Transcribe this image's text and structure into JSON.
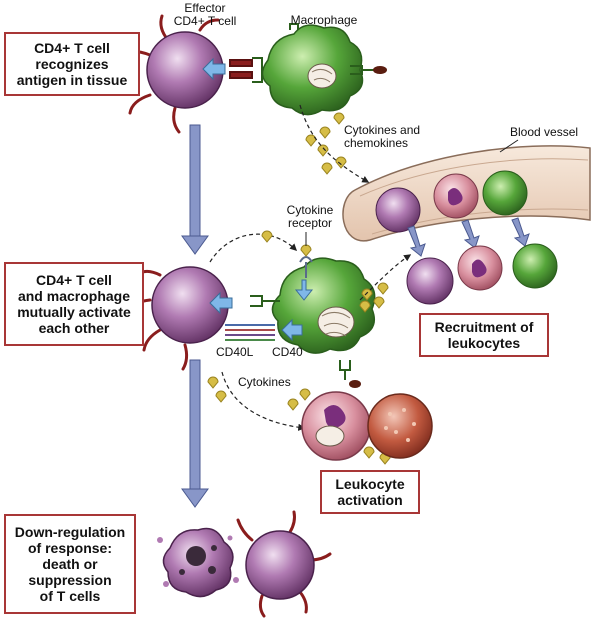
{
  "steps": {
    "step1": "CD4+ T cell\nrecognizes\nantigen in tissue",
    "step2": "CD4+ T cell\nand macrophage\nmutually activate\neach other",
    "step3": "Down-regulation\nof response:\ndeath or\nsuppression\nof T cells"
  },
  "outcomes": {
    "recruitment": "Recruitment of\nleukocytes",
    "activation": "Leukocyte\nactivation"
  },
  "labels": {
    "effector": "Effector\nCD4+ T cell",
    "macrophage": "Macrophage",
    "cytokines_chemokines": "Cytokines and\nchemokines",
    "blood_vessel": "Blood vessel",
    "cytokine_receptor": "Cytokine\nreceptor",
    "cd40l": "CD40L",
    "cd40": "CD40",
    "cytokines": "Cytokines"
  },
  "colors": {
    "tcell": "#8a4a8c",
    "macrophage": "#3f8a2c",
    "box_border": "#a83636",
    "arrow": "#6f7fb8",
    "cytokine": "#c8b13a"
  }
}
